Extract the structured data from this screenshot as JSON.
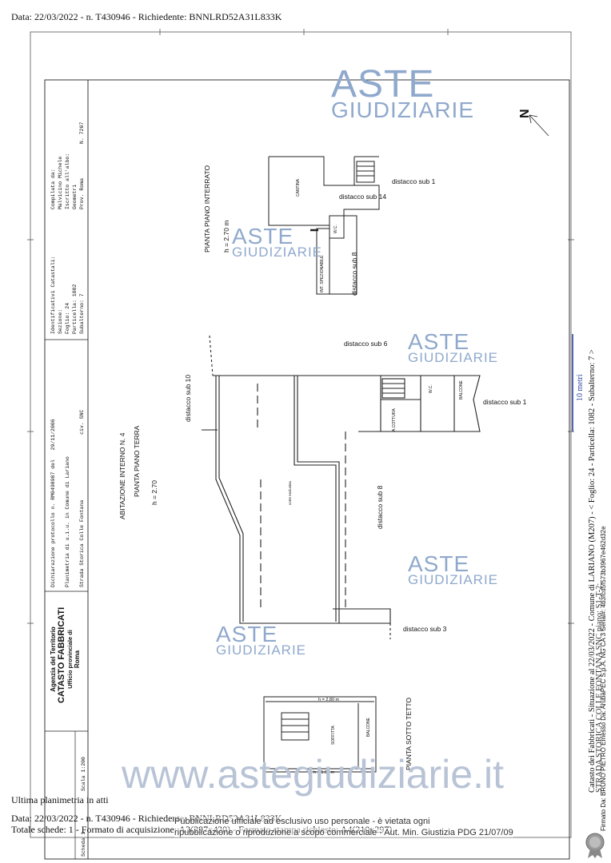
{
  "header": {
    "top_line": "Data: 22/03/2022 - n. T430946 - Richiedente: BNNLRD52A31L833K"
  },
  "left_panel": {
    "scheda_label": "Scheda 1",
    "scale_label": "Scala 1:200",
    "agency": {
      "line1": "Agenzia del Territorio",
      "line2": "CATASTO FABBRICATI",
      "line3": "Ufficio provinciale di",
      "line4": "Roma"
    },
    "declaration": {
      "protocol_label": "Dichiarazione protocollo n.",
      "protocol_value": "RM0498987 del",
      "protocol_date": "29/11/2006",
      "planimetry": "Planimetria di u.i.u. in Comune di Lariano",
      "address": "Strada Storica Colle Fontana",
      "civ_label": "civ.",
      "civ_value": "SNC"
    },
    "identifiers": {
      "title": "Identificativi Catastali:",
      "sezione": "Sezione:",
      "foglio": "Foglio: 24",
      "particella": "Particella: 1082",
      "subalterno": "Subalterno: 7"
    },
    "compiler": {
      "title": "Compilata da:",
      "name": "Malvicino Michele",
      "register": "Iscritto all'albo:",
      "profession": "Geometri",
      "province": "Prov. Roma",
      "number": "N. 7207"
    }
  },
  "plan": {
    "north": "N",
    "basement": {
      "title": "PIANTA PIANO INTERRATO",
      "height": "h = 2.70 m",
      "room_cantina": "CANTINA",
      "room_wc": "W.C.",
      "room_intercap": "INT. SPEZIONABILE",
      "dist_sub1": "distacco sub 1",
      "dist_sub14": "distacco sub 14",
      "dist_sub8": "distacco sub 8"
    },
    "ground": {
      "title_1": "ABITAZIONE   INTERNO N. 4",
      "title_2": "PIANTA PIANO TERRA",
      "height": "h = 2.70",
      "dist_sub10": "distacco sub 10",
      "dist_sub6": "distacco sub 6",
      "dist_sub1": "distacco sub 1",
      "dist_sub8": "distacco sub 8",
      "dist_sub3": "distacco sub 3",
      "room_cucina": "A.COTTURA",
      "room_wc": "W.C.",
      "room_balcone": "BALCONE",
      "room_corte": "corte esclusiva"
    },
    "roof": {
      "title": "PIANTA SOTTO TETTO",
      "height_top": "h = 2.80 m",
      "height_bottom": "h = 1.90 m",
      "room_soffitta": "SOFFITTA",
      "room_balcone": "BALCONE"
    },
    "scale_small": "10 metri"
  },
  "right_side": {
    "catasto_line": "Catasto dei Fabbricati - Situazione al 22/03/2022 - Comune di LARIANO (M207) - < Foglio: 24 - Particella: 1082 - Subalterno: 7 >",
    "overlap_line": "STRADA STORICA COLLE FONTANA SNC piano: S1-T-2;",
    "signed_line": "Firmato Da: BRUNO PIETRO Emesso Da: ArubaPEC S.p.A. NG CA 3 Serial#: 4b3fcd5f573b3967e462d32e"
  },
  "footer": {
    "last_plan": "Ultima planimetria in atti",
    "data_line": "Data: 22/03/2022 - n. T430946 - Richiedente: BNNLRD52A31L833K",
    "totals_line": "Totale schede: 1 - Formato di acquisizione: A3(297x420) - Formato stampa richiesto: A4(210x297)",
    "notice_1": "Pubblicazione ufficiale ad esclusivo uso personale - è vietata ogni",
    "notice_2": "ripubblicazione o riproduzione a scopo commerciale - Aut. Min. Giustizia PDG 21/07/09"
  },
  "watermarks": {
    "aste": "ASTE",
    "giudiziarie": "GIUDIZIARIE",
    "url": "www.astegiudiziarie.it"
  }
}
